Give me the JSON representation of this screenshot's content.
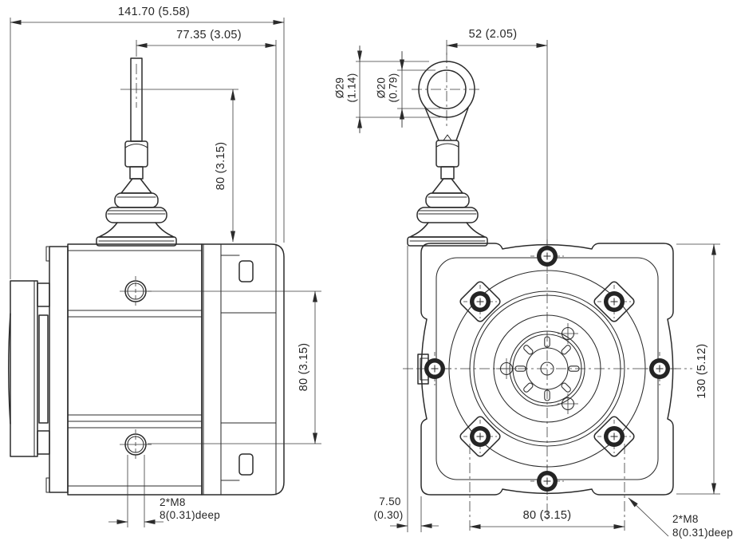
{
  "left_view": {
    "dims": {
      "overall_width": "141.70 (5.58)",
      "wire_offset": "77.35 (3.05)",
      "wire_height": "80 (3.15)",
      "hole_spacing": "80 (3.15)",
      "thread_note_1": "2*M8",
      "thread_note_2": "8(0.31)deep"
    }
  },
  "front_view": {
    "dims": {
      "ring_offset": "52 (2.05)",
      "eyelet_od": "Ø29",
      "eyelet_od_in": "(1.14)",
      "eyelet_id": "Ø20",
      "eyelet_id_in": "(0.79)",
      "body_size": "130 (5.12)",
      "flange_offset_1": "7.50",
      "flange_offset_2": "(0.30)",
      "bottom_hole_spacing": "80 (3.15)",
      "thread_note_1": "2*M8",
      "thread_note_2": "8(0.31)deep"
    }
  }
}
